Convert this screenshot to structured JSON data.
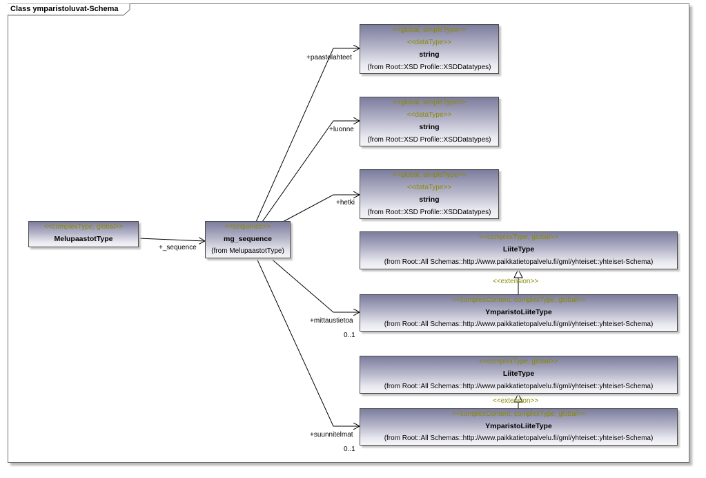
{
  "frame": {
    "title": "Class ymparistoluvat-Schema"
  },
  "classes": {
    "melupaastot": {
      "stereotype": "<<complexType, global>>",
      "name": "MelupaastotType"
    },
    "mg_sequence": {
      "stereotype": "<<sequence>>",
      "name": "mg_sequence",
      "from": "(from MelupaastotType)"
    },
    "string1": {
      "stereotype": "<<global, simpleType>>",
      "stereotype2": "<<dataType>>",
      "name": "string",
      "from": "(from Root::XSD Profile::XSDDatatypes)"
    },
    "string2": {
      "stereotype": "<<global, simpleType>>",
      "stereotype2": "<<dataType>>",
      "name": "string",
      "from": "(from Root::XSD Profile::XSDDatatypes)"
    },
    "string3": {
      "stereotype": "<<global, simpleType>>",
      "stereotype2": "<<dataType>>",
      "name": "string",
      "from": "(from Root::XSD Profile::XSDDatatypes)"
    },
    "liite1": {
      "stereotype": "<<complexType, global>>",
      "name": "LiiteType",
      "from": "(from Root::All Schemas::http://www.paikkatietopalvelu.fi/gml/yhteiset::yhteiset-Schema)"
    },
    "ymparisto1": {
      "stereotype": "<<complexContent, complexType, global>>",
      "name": "YmparistoLiiteType",
      "from": "(from Root::All Schemas::http://www.paikkatietopalvelu.fi/gml/yhteiset::yhteiset-Schema)"
    },
    "liite2": {
      "stereotype": "<<complexType, global>>",
      "name": "LiiteType",
      "from": "(from Root::All Schemas::http://www.paikkatietopalvelu.fi/gml/yhteiset::yhteiset-Schema)"
    },
    "ymparisto2": {
      "stereotype": "<<complexContent, complexType, global>>",
      "name": "YmparistoLiiteType",
      "from": "(from Root::All Schemas::http://www.paikkatietopalvelu.fi/gml/yhteiset::yhteiset-Schema)"
    }
  },
  "labels": {
    "sequence": "+_sequence",
    "paastolahteet": "+paastolahteet",
    "luonne": "+luonne",
    "hetki": "+hetki",
    "mittaustietoa": "+mittaustietoa",
    "mittaustietoa_mult": "0..1",
    "suunnitelmat": "+suunnitelmat",
    "suunnitelmat_mult": "0..1",
    "extension1": "<<extension>>",
    "extension2": "<<extension>>"
  }
}
